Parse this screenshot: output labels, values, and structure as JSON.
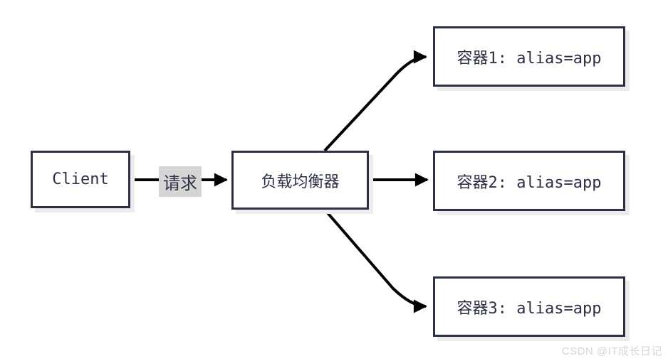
{
  "diagram": {
    "title": "container load balancing diagram",
    "nodes": {
      "client": {
        "label": "Client"
      },
      "load_balancer": {
        "label": "负载均衡器"
      },
      "container1": {
        "label": "容器1: alias=app"
      },
      "container2": {
        "label": "容器2: alias=app"
      },
      "container3": {
        "label": "容器3: alias=app"
      }
    },
    "edges": [
      {
        "from": "client",
        "to": "load_balancer",
        "label": "请求"
      },
      {
        "from": "load_balancer",
        "to": "container1",
        "label": ""
      },
      {
        "from": "load_balancer",
        "to": "container2",
        "label": ""
      },
      {
        "from": "load_balancer",
        "to": "container3",
        "label": ""
      }
    ],
    "colors": {
      "box_border": "#2b3044",
      "box_fill": "#ffffff",
      "box_shadow": "#ececec",
      "text": "#2b3044",
      "arrow": "#000000",
      "edge_label_bg": "#d5d5d5",
      "watermark": "#d6d6d6"
    }
  },
  "watermark": {
    "text": "CSDN @IT成长日记"
  }
}
